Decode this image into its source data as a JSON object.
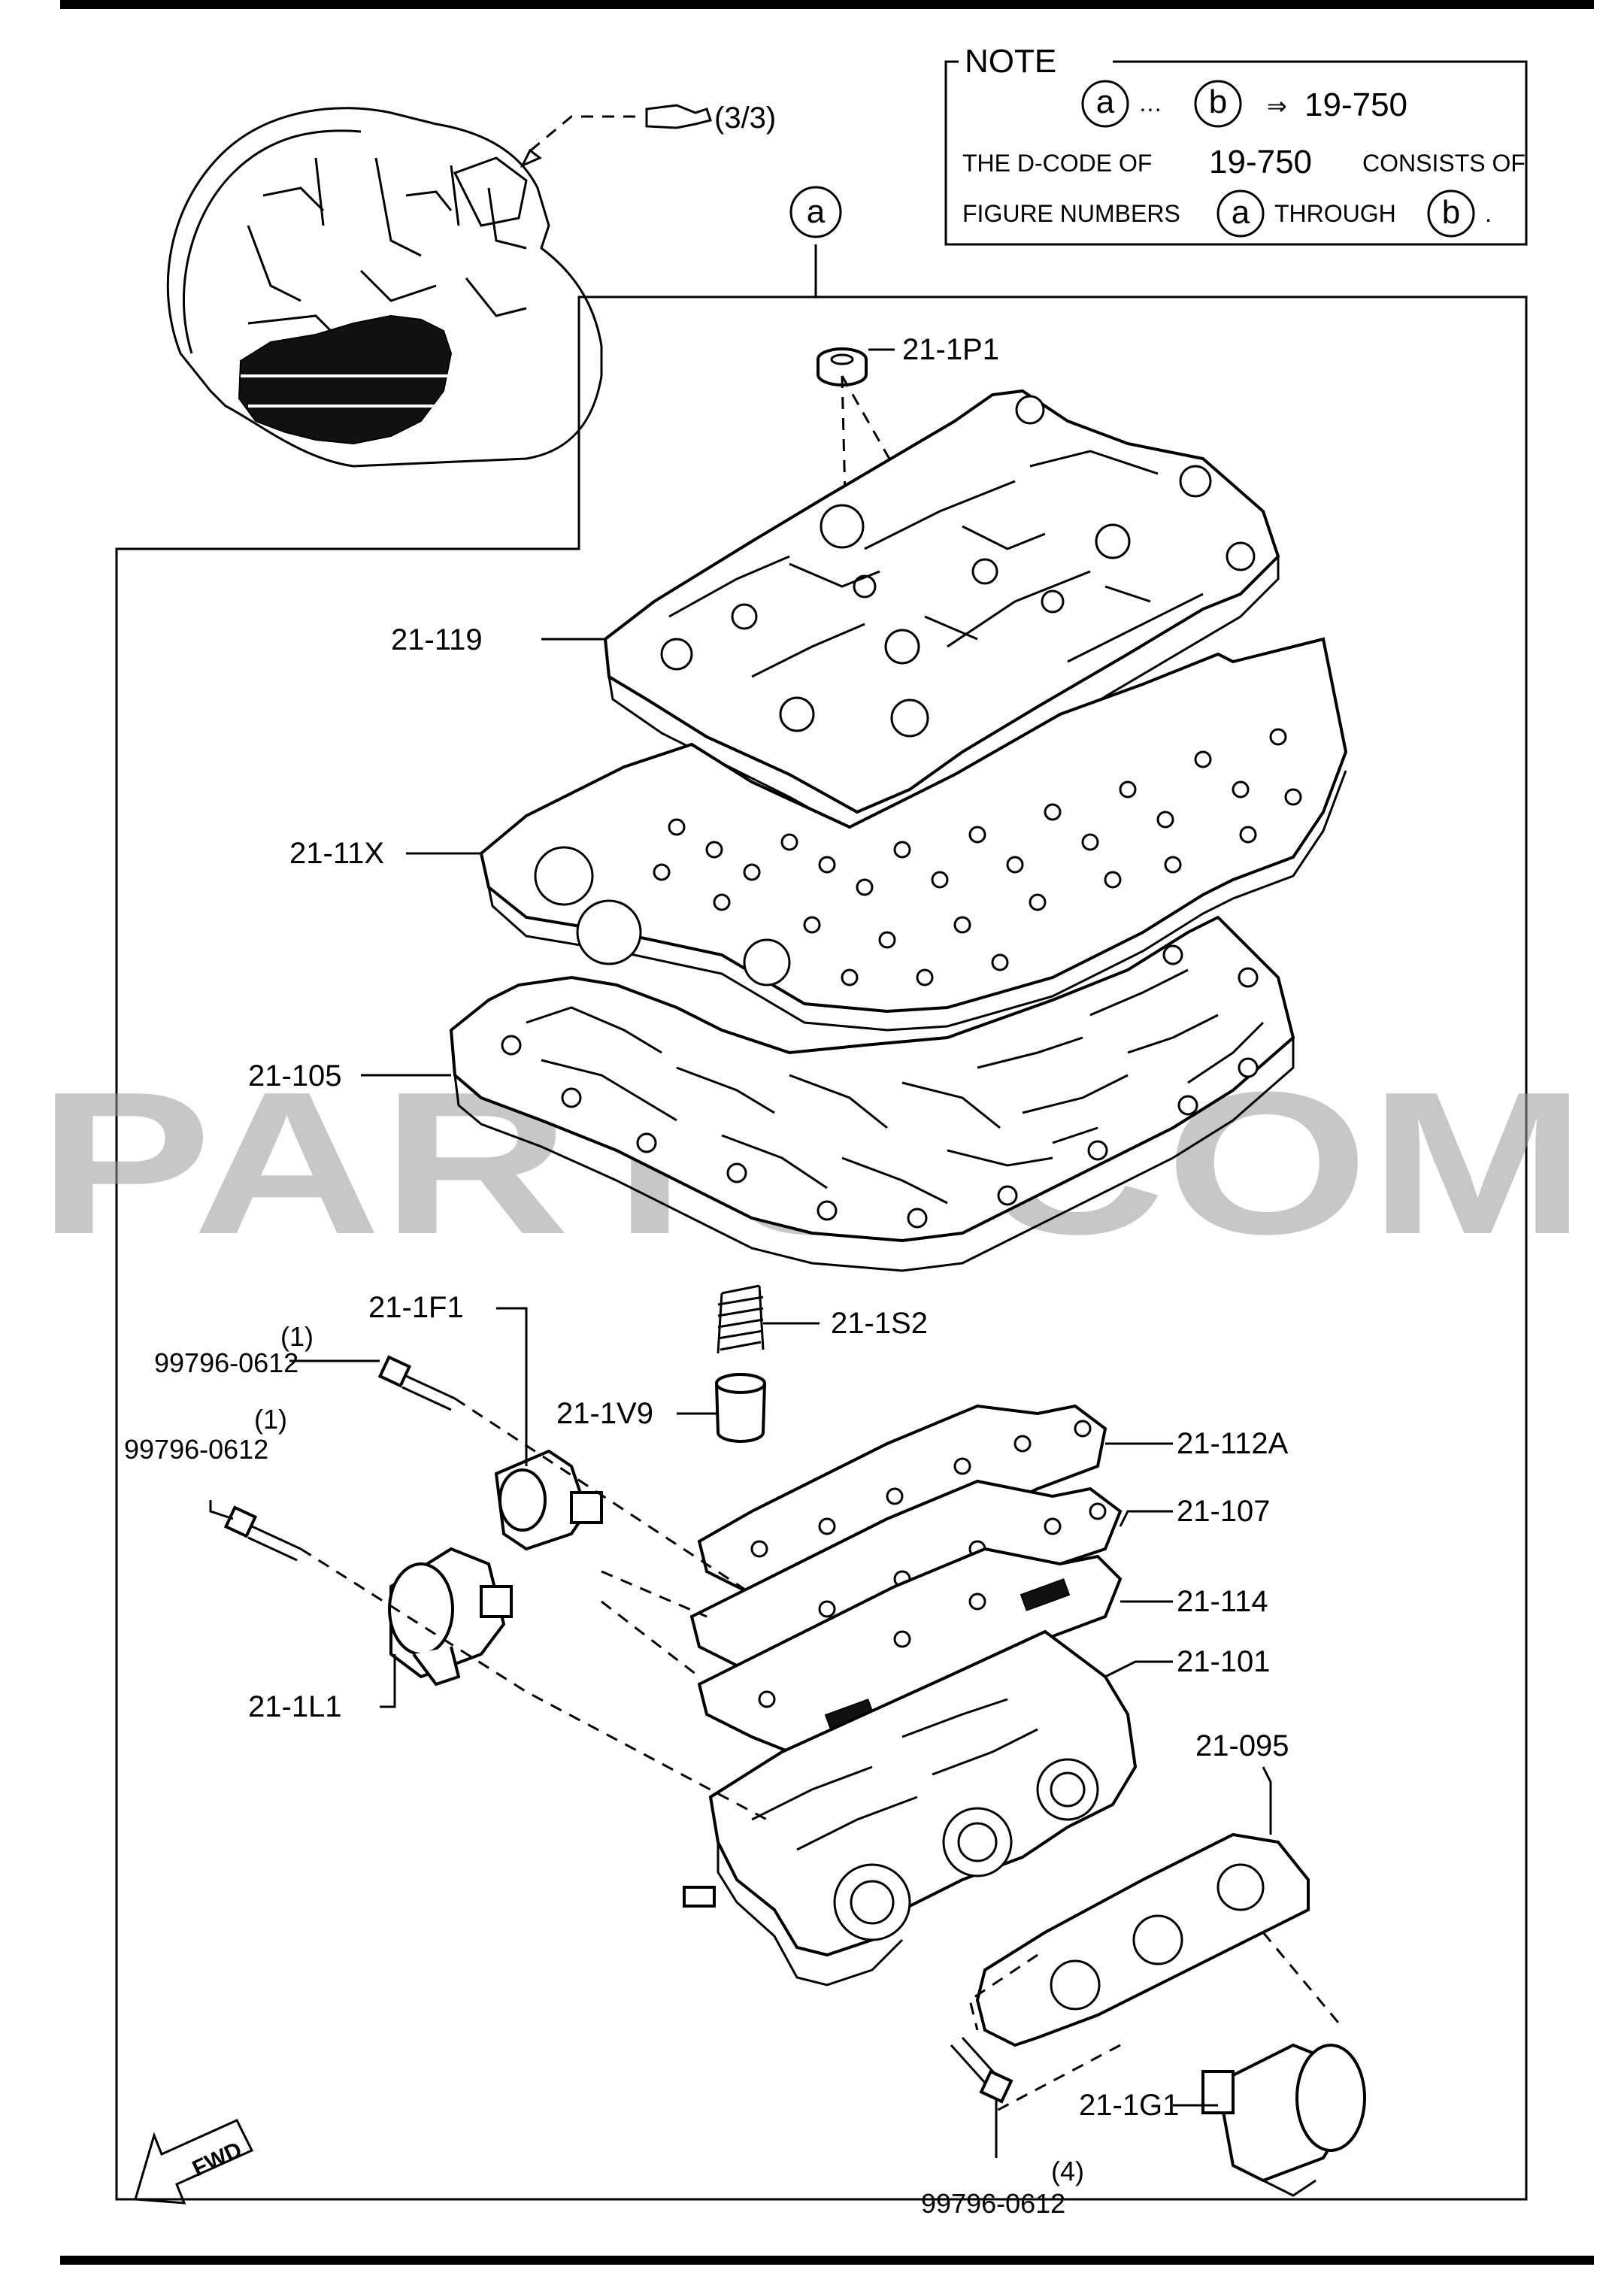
{
  "note": {
    "title": "NOTE",
    "symbol_a": "a",
    "symbol_b": "b",
    "range_sep": "…",
    "arrow": "⇒",
    "ref": "19-750",
    "line2_a": "THE D-CODE OF",
    "line2_ref": "19-750",
    "line2_b": "CONSISTS OF",
    "line3_a": "FIGURE NUMBERS",
    "line3_b": "THROUGH",
    "line3_end": "."
  },
  "overview": {
    "pointer_label": "(3/3)"
  },
  "figure_marker": "a",
  "watermark": "PARTS.COM",
  "fwd_label": "FWD",
  "callouts": {
    "p_21_1P1": "21-1P1",
    "p_21_119": "21-119",
    "p_21_11X": "21-11X",
    "p_21_105": "21-105",
    "p_21_1F1": "21-1F1",
    "p_21_1S2": "21-1S2",
    "p_21_1V9": "21-1V9",
    "p_21_112A": "21-112A",
    "p_21_107": "21-107",
    "p_21_114": "21-114",
    "p_21_101": "21-101",
    "p_21_095": "21-095",
    "p_21_1L1": "21-1L1",
    "p_21_1G1": "21-1G1",
    "bolt_top_qty": "(1)",
    "bolt_top": "99796-0612",
    "bolt_mid_qty": "(1)",
    "bolt_mid": "99796-0612",
    "bolt_bottom_qty": "(4)",
    "bolt_bottom": "99796-0612"
  }
}
